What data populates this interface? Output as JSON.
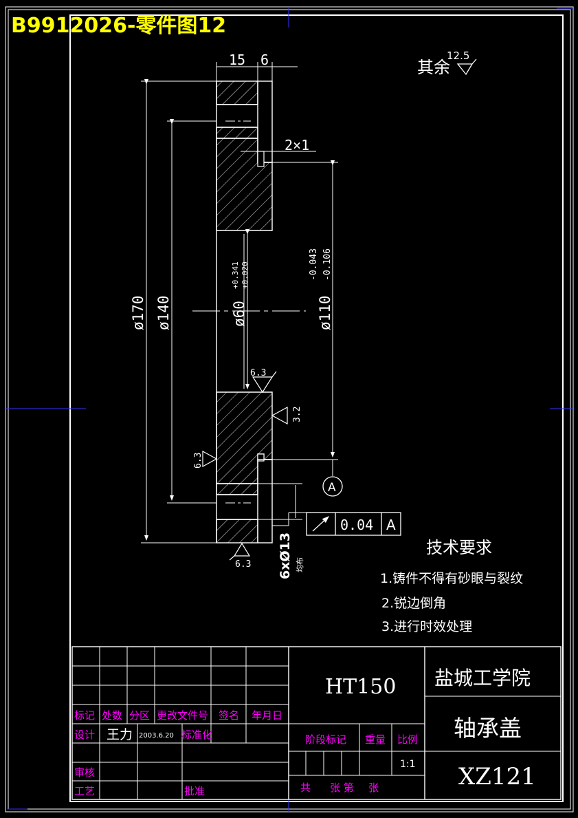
{
  "header": {
    "title": "B9912026-零件图12"
  },
  "drawing": {
    "surface_note_prefix": "其余",
    "surface_note_value": "12.5",
    "dims": {
      "w15": "15",
      "w6": "6",
      "chamfer": "2×1",
      "d170": "ø170",
      "d140": "ø140",
      "d60": "ø60",
      "d60_tol_upper": "+0.341",
      "d60_tol_lower": "+0.020",
      "d110": "ø110",
      "d110_tol_upper": "-0.043",
      "d110_tol_lower": "-0.106",
      "holes": "6xØ13",
      "holes_note": "均布"
    },
    "roughness": {
      "r1": "6.3",
      "r2": "3.2",
      "r3": "6.3",
      "r4": "6.3"
    },
    "datum": "A",
    "tolerance_frame": {
      "value": "0.04",
      "datum": "A"
    }
  },
  "requirements": {
    "heading": "技术要求",
    "items": [
      "1.铸件不得有砂眼与裂纹",
      "2.锐边倒角",
      "3.进行时效处理"
    ]
  },
  "title_block": {
    "material": "HT150",
    "school": "盐城工学院",
    "part_name": "轴承盖",
    "code": "XZ121",
    "labels": {
      "mark": "标记",
      "count": "处数",
      "zone": "分区",
      "change_doc": "更改文件号",
      "sign": "签名",
      "date": "年月日",
      "design": "设计",
      "standardize": "标准化",
      "review": "审核",
      "process": "工艺",
      "approve": "批准",
      "stage_mark": "阶段标记",
      "weight": "重量",
      "scale": "比例",
      "total_sheets": "共",
      "sheets_of": "张 第",
      "sheet": "张"
    },
    "designer": "王力",
    "design_date": "2003.6.20",
    "scale_value": "1:1"
  },
  "colors": {
    "frame": "#ffffff",
    "center_lines": "#3333ff",
    "title": "#ffff00",
    "magenta": "#ff00ff",
    "hatch": "#ffffff"
  }
}
